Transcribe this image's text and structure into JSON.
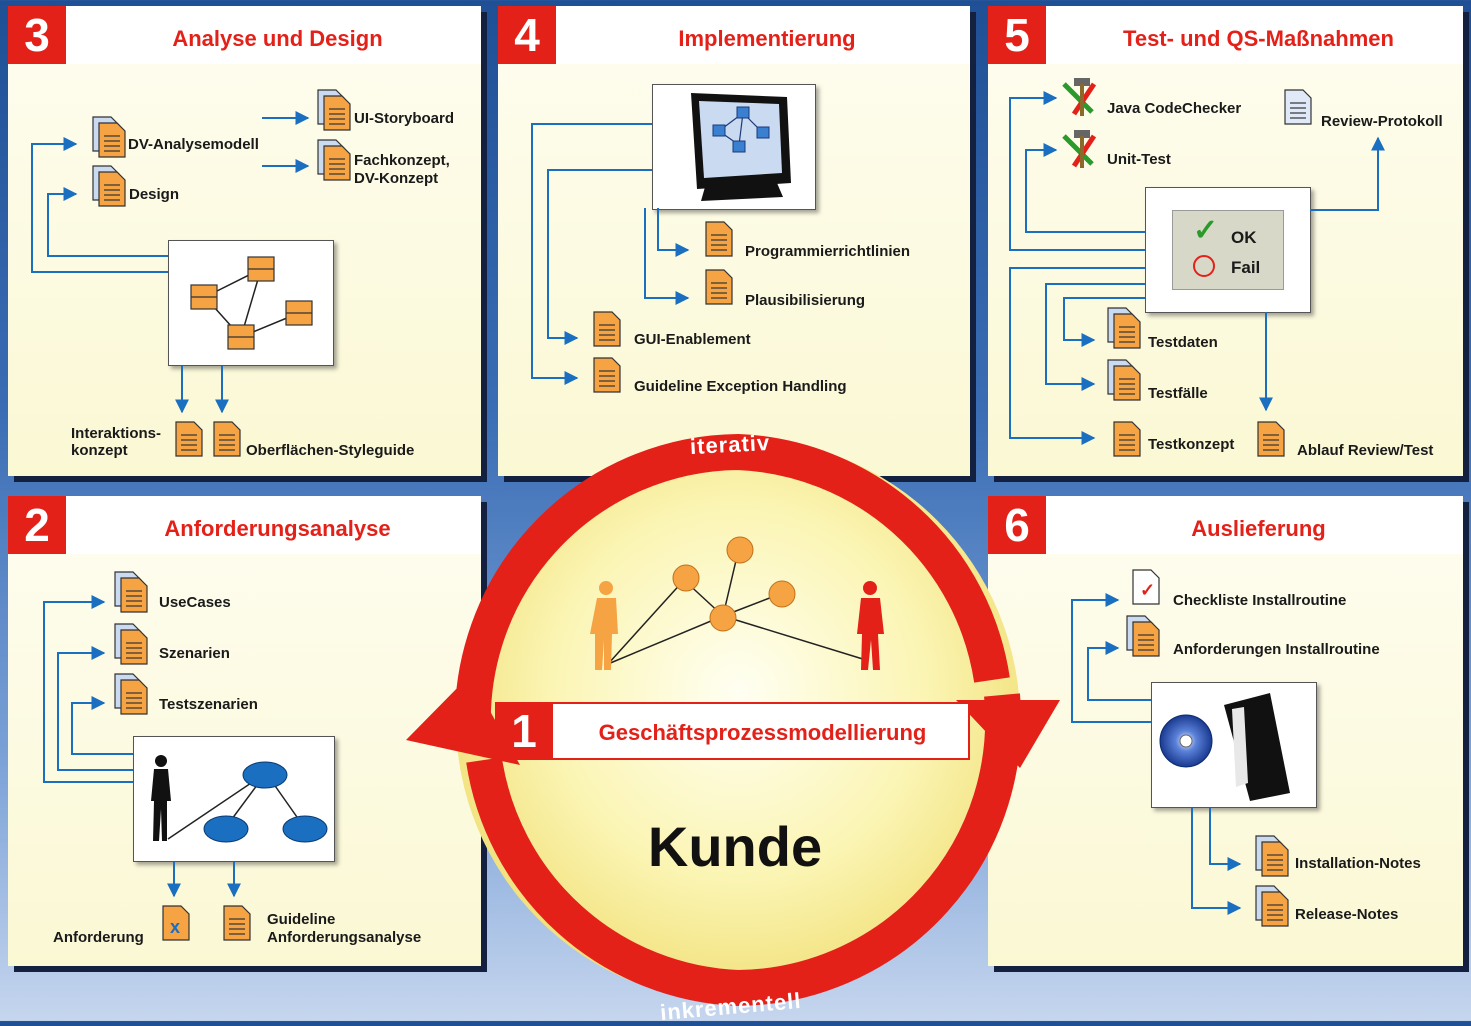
{
  "center": {
    "number": "1",
    "process": "Geschäftsprozessmodellierung",
    "core": "Kunde",
    "top_arc": "iterativ",
    "bottom_arc": "inkrementell"
  },
  "panels": {
    "p2": {
      "number": "2",
      "title": "Anforderungsanalyse",
      "items": {
        "usecases": "UseCases",
        "szenarien": "Szenarien",
        "testszenarien": "Testszenarien",
        "anforderung": "Anforderung",
        "guideline1": "Guideline",
        "guideline2": "Anforderungsanalyse"
      }
    },
    "p3": {
      "number": "3",
      "title": "Analyse und Design",
      "items": {
        "dvanalyse": "DV-Analysemodell",
        "design": "Design",
        "storyboard": "UI-Storyboard",
        "fach1": "Fachkonzept,",
        "fach2": "DV-Konzept",
        "interaktion1": "Interaktions-",
        "interaktion2": "konzept",
        "styleguide": "Oberflächen-Styleguide"
      }
    },
    "p4": {
      "number": "4",
      "title": "Implementierung",
      "items": {
        "programmier": "Programmierrichtlinien",
        "plausi": "Plausibilisierung",
        "gui": "GUI-Enablement",
        "exception": "Guideline Exception Handling"
      }
    },
    "p5": {
      "number": "5",
      "title": "Test- und QS-Maßnahmen",
      "items": {
        "codechecker": "Java CodeChecker",
        "unittest": "Unit-Test",
        "review": "Review-Protokoll",
        "ok": "OK",
        "fail": "Fail",
        "testdaten": "Testdaten",
        "testfaelle": "Testfälle",
        "testkonzept": "Testkonzept",
        "ablauf": "Ablauf Review/Test"
      }
    },
    "p6": {
      "number": "6",
      "title": "Auslieferung",
      "items": {
        "checkliste": "Checkliste Installroutine",
        "anforderungen": "Anforderungen Installroutine",
        "installnotes": "Installation-Notes",
        "releasenotes": "Release-Notes"
      }
    }
  },
  "colors": {
    "red": "#e32119",
    "orange": "#f5a343",
    "blue": "#1a6fc0",
    "dark_blue": "#142040"
  }
}
